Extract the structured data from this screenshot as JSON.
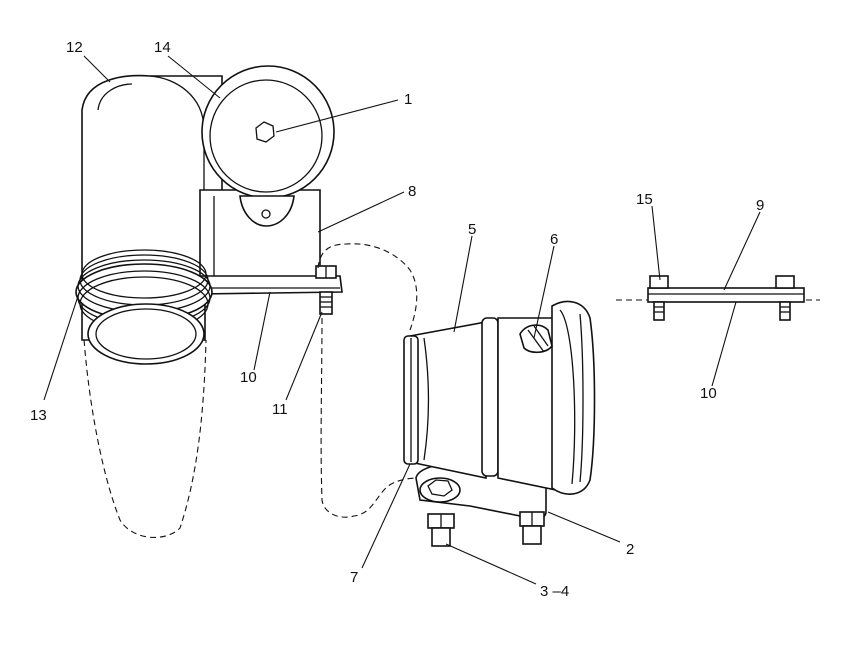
{
  "callouts": {
    "c1": "1",
    "c2": "2",
    "c3_4": "3 –4",
    "c5": "5",
    "c6": "6",
    "c7": "7",
    "c8": "8",
    "c9": "9",
    "c10_left": "10",
    "c10_right": "10",
    "c11": "11",
    "c12": "12",
    "c13": "13",
    "c14": "14",
    "c15": "15"
  }
}
